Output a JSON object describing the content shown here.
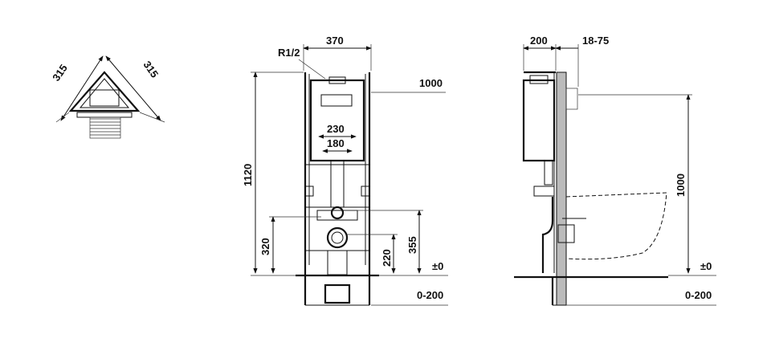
{
  "corner_view": {
    "dim_left": "315",
    "dim_right": "315"
  },
  "front_view": {
    "thread_label": "R1/2",
    "width": "370",
    "actuator_height": "1000",
    "opening_outer": "230",
    "opening_inner": "180",
    "total_height": "1120",
    "drain_height": "320",
    "inlet_height": "220",
    "supply_height": "355",
    "floor_level": "±0",
    "floor_adjust": "0-200"
  },
  "side_view": {
    "depth": "200",
    "wall_adjust": "18-75",
    "actuator_height": "1000",
    "floor_level": "±0",
    "floor_adjust": "0-200"
  }
}
